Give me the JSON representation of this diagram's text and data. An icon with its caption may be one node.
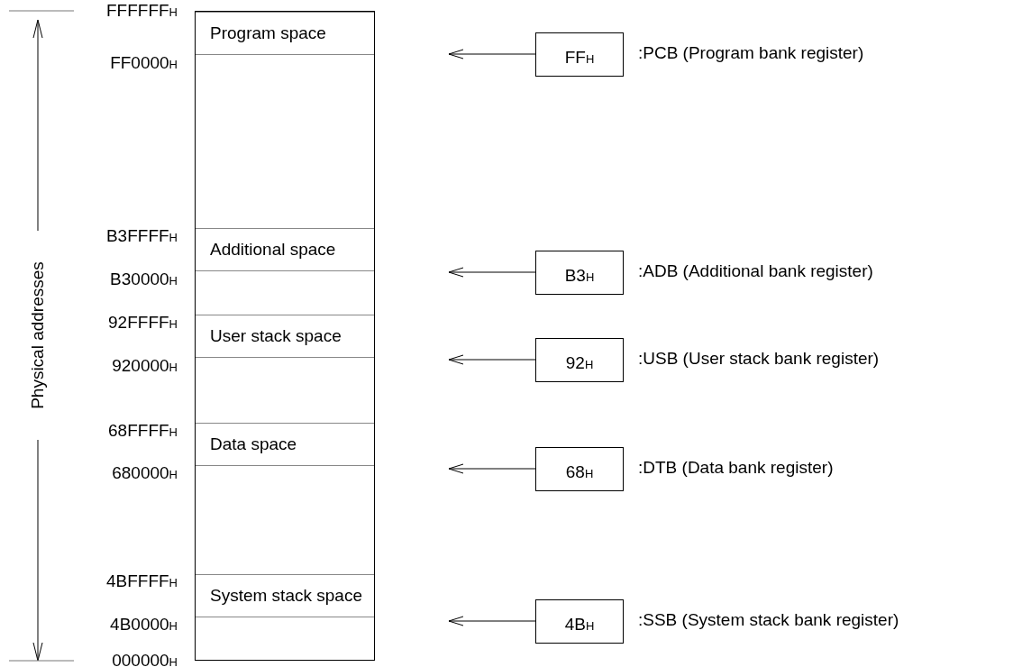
{
  "diagram": {
    "nodes": [
      {
        "text": [],
        "shape": "box"
      },
      {
        "text": [
          "Program space"
        ],
        "in": 0
      },
      {
        "text": [
          "Additional space"
        ],
        "in": 0
      },
      {
        "text": [
          "User stack space"
        ],
        "in": 0
      },
      {
        "text": [
          "Data space"
        ],
        "in": 0
      },
      {
        "text": [
          "System stack space"
        ],
        "in": 0
      },
      {
        "text": [
          "FF$_{H}$"
        ],
        "beside": [
          ":PCB (Program bank register)"
        ]
      },
      {
        "text": [
          "B3$_{H}$"
        ],
        "beside": [
          ":ADB (Additional bank register)"
        ]
      },
      {
        "text": [
          "92$_{H}$"
        ],
        "beside": [
          ":USB (User stack bank register)"
        ]
      },
      {
        "text": [
          "68$_{H}$"
        ],
        "beside": [
          ":DTB (Data bank register)"
        ]
      },
      {
        "text": [
          "4B$_{H}$"
        ],
        "beside": [
          ":SSB (System stack bank register)"
        ]
      }
    ],
    "edges": [
      {
        "from": 6,
        "to": null,
        "arrow": "to"
      },
      {
        "from": 7,
        "to": null,
        "arrow": "to"
      },
      {
        "from": 8,
        "to": null,
        "arrow": "to"
      },
      {
        "from": 9,
        "to": null,
        "arrow": "to"
      },
      {
        "from": 10,
        "to": null,
        "arrow": "to"
      }
    ],
    "labels": [
      "FFFFFF$_{H}$",
      "FF0000$_{H}$",
      "B3FFFF$_{H}$",
      "B30000$_{H}$",
      "92FFFF$_{H}$",
      "920000$_{H}$",
      "68FFFF$_{H}$",
      "680000$_{H}$",
      "4BFFFF$_{H}$",
      "4B0000$_{H}$",
      "000000$_{H}$",
      "Physical addresses"
    ]
  }
}
